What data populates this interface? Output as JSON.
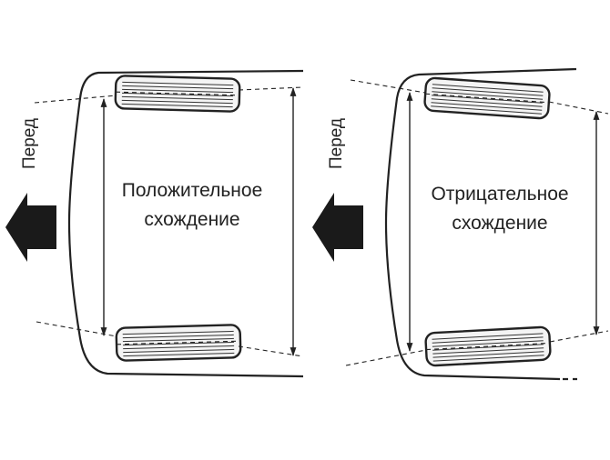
{
  "diagrams": [
    {
      "id": "positive",
      "front_label": "Перед",
      "caption_lines": [
        "Положительное",
        "схождение"
      ]
    },
    {
      "id": "negative",
      "front_label": "Перед",
      "caption_lines": [
        "Отрицательное",
        "схождение"
      ]
    }
  ],
  "colors": {
    "ink": "#222222",
    "tire_fill": "#f4f4f4",
    "background": "#ffffff"
  },
  "icons": {
    "direction_arrow": "left-arrow-icon"
  }
}
